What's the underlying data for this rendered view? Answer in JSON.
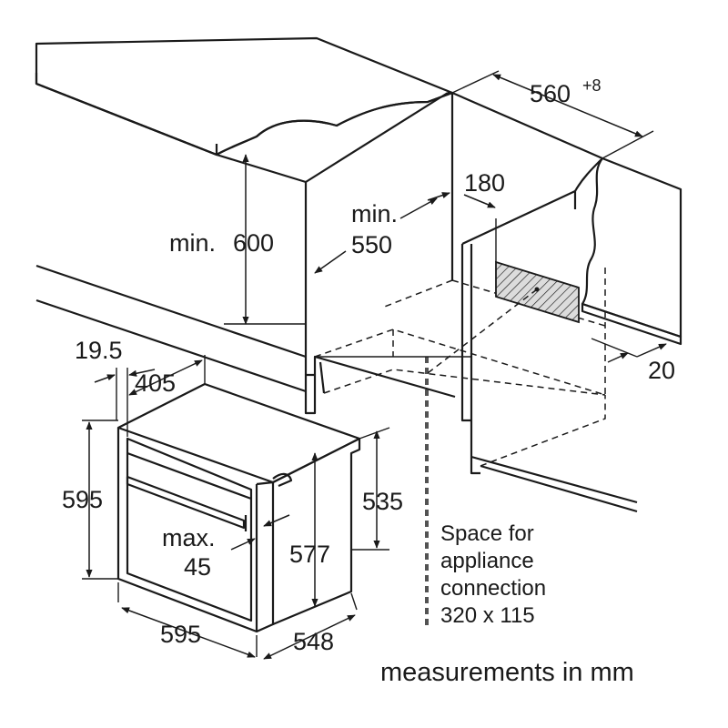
{
  "colors": {
    "countertop": "#c6c6c6",
    "wall_panel": "#d0d0d0",
    "line": "#1a1a1a",
    "background": "#ffffff"
  },
  "cabinet": {
    "width_label": "560",
    "width_tolerance": "+8",
    "min_label": "min.",
    "min_height_value": "600",
    "min_depth_value": "550",
    "gap_value": "180",
    "side_clearance": "20"
  },
  "appliance": {
    "front_offset": "19.5",
    "top_depth": "405",
    "height": "595",
    "body_height": "535",
    "inner_height": "577",
    "width": "595",
    "depth": "548",
    "handle_max_label": "max.",
    "handle_max_value": "45"
  },
  "connection_note": {
    "lines": [
      "Space for",
      "appliance",
      "connection",
      "320 x 115"
    ]
  },
  "footer": "measurements in mm"
}
